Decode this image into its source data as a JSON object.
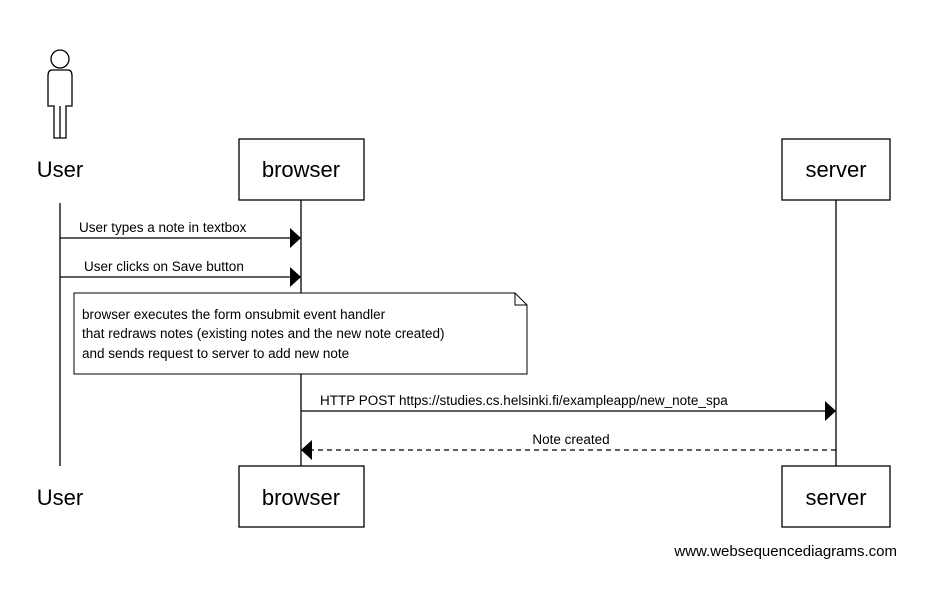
{
  "participants": {
    "user": "User",
    "browser": "browser",
    "server": "server"
  },
  "messages": {
    "m1": "User types a note in textbox",
    "m2": "User clicks on Save button",
    "m3": "HTTP POST https://studies.cs.helsinki.fi/exampleapp/new_note_spa",
    "m4": "Note created"
  },
  "note": {
    "lines": [
      "browser executes the form onsubmit event handler",
      "that redraws notes (existing notes and the new note created)",
      "and sends request to server to add new note"
    ]
  },
  "footer": {
    "credit": "www.websequencediagrams.com"
  }
}
